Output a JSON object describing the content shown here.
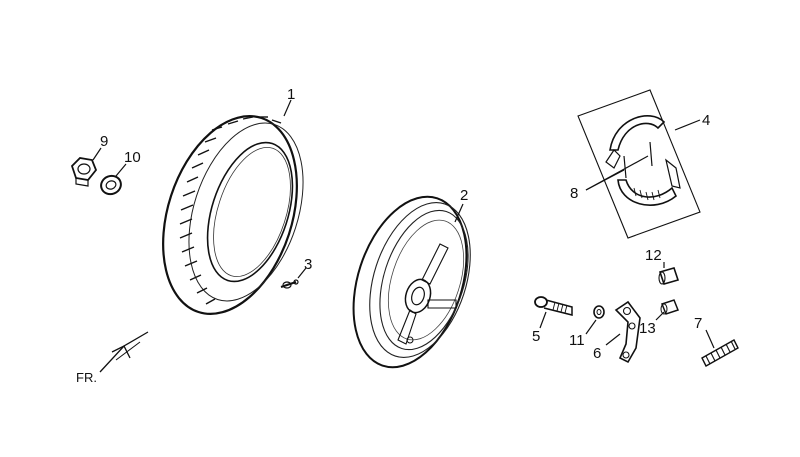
{
  "direction_label": "FR.",
  "callouts": {
    "tire": "1",
    "wheel_rim": "2",
    "valve": "3",
    "brake_shoe_set": "4",
    "bolt": "5",
    "brake_arm": "6",
    "spring": "7",
    "shoe_spring": "8",
    "axle_nut": "9",
    "washer_10": "10",
    "washer_11": "11",
    "cap": "12",
    "collar": "13"
  },
  "colors": {
    "ink": "#111111",
    "background": "#ffffff"
  }
}
